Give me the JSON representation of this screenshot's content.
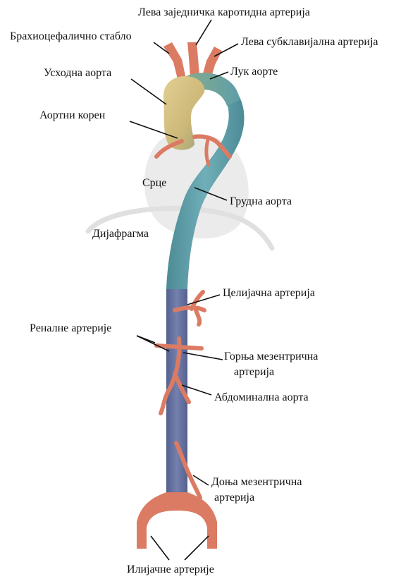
{
  "labels": {
    "left_common_carotid": "Лева заједничка каротидна артерија",
    "brachiocephalic": "Брахиоцефалично стабло",
    "left_subclavian": "Лева субклавијална артерија",
    "ascending_aorta": "Усходна аорта",
    "aortic_arch": "Лук аорте",
    "aortic_root": "Аортни корен",
    "heart": "Срце",
    "thoracic_aorta": "Грудна аорта",
    "diaphragm": "Дијафрагма",
    "celiac": "Целијачна артерија",
    "renal": "Реналне артерије",
    "sup_mesenteric_1": "Горња мезентрична",
    "sup_mesenteric_2": "артерија",
    "abdominal_aorta": "Абдоминална аорта",
    "inf_mesenteric_1": "Доња мезентрична",
    "inf_mesenteric_2": "артерија",
    "iliac": "Илијачне артерије"
  },
  "colors": {
    "artery": "#dc7b63",
    "thoracic": "#5e9ea8",
    "abdominal": "#64709f",
    "ascending": "#d6c283",
    "heart": "#ececec"
  }
}
